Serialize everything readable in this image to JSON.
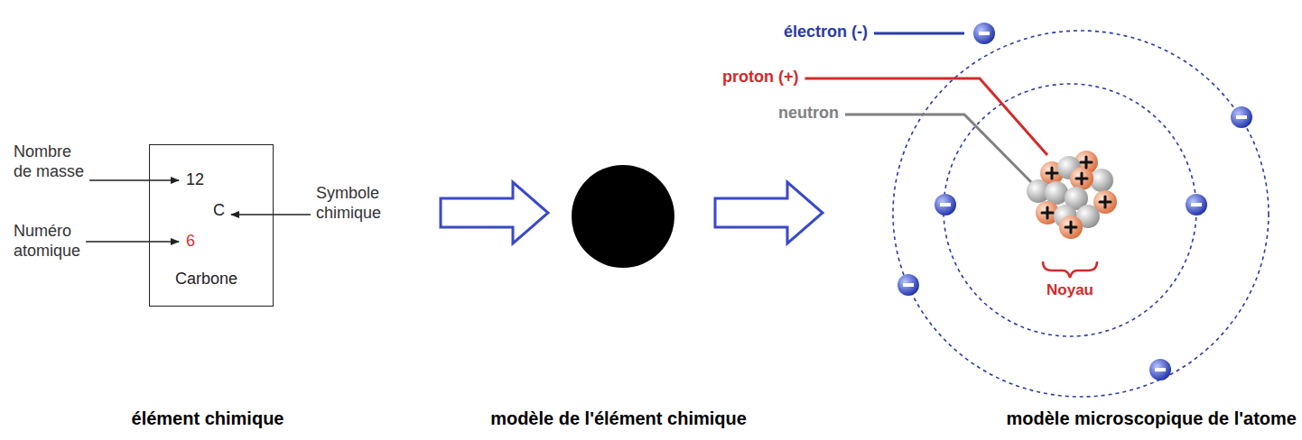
{
  "diagram": {
    "nodes": [
      {
        "text": [
          "12",
          "C",
          "6",
          "Carbone"
        ]
      }
    ],
    "labels": [
      "Nombre de masse",
      "Numéro atomique",
      "Symbole chimique",
      "électron (-)",
      "proton (+)",
      "neutron",
      "Noyau",
      "élément chimique",
      "modèle de l'élément chimique",
      "modèle microscopique de l'atome"
    ]
  }
}
